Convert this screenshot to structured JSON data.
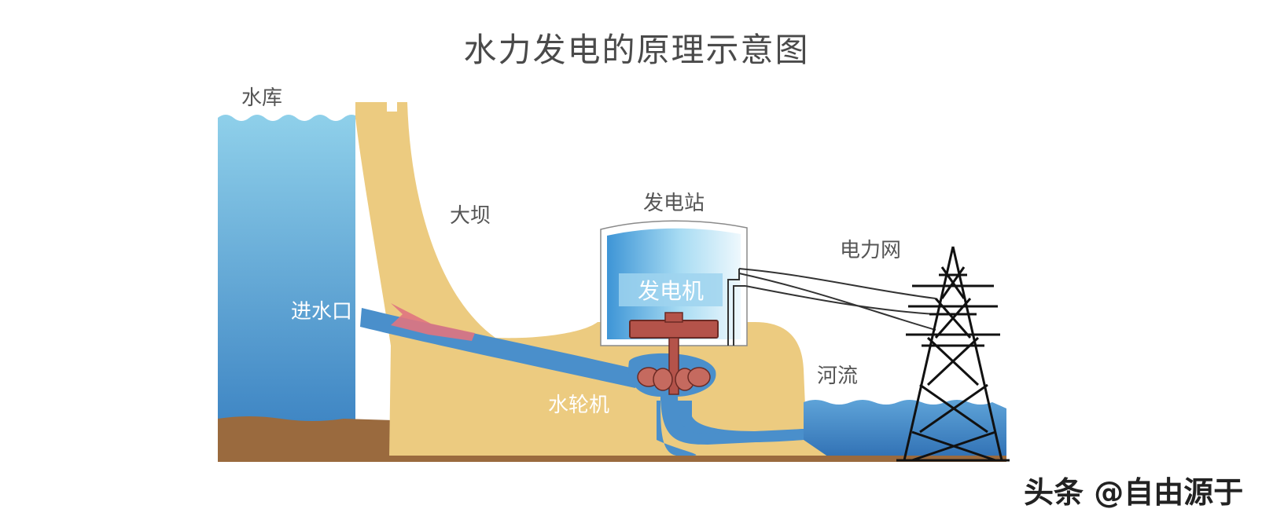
{
  "title": "水力发电的原理示意图",
  "labels": {
    "reservoir": "水库",
    "dam": "大坝",
    "power_station": "发电站",
    "generator": "发电机",
    "grid": "电力网",
    "intake": "进水口",
    "river": "河流",
    "turbine": "水轮机"
  },
  "watermark": "头条 @自由源于",
  "colors": {
    "water_top": "#8fd0ea",
    "water_deep": "#3f86c4",
    "dam": "#eccb80",
    "ground": "#9a6a3e",
    "turbine": "#b4534a",
    "arrow": "#e07480"
  }
}
